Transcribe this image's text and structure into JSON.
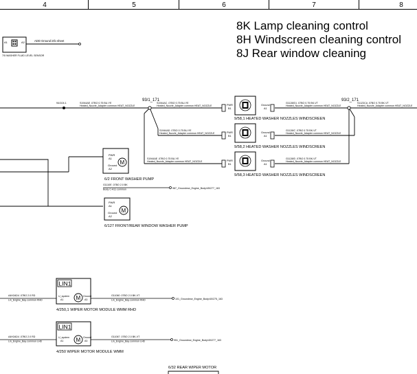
{
  "grid": [
    "4",
    "5",
    "6",
    "7",
    "8"
  ],
  "titles": [
    "8K Lamp cleaning control",
    "8H Windscreen cleaning control",
    "8J Rear window cleaning"
  ],
  "sensor": {
    "pin1": "A1",
    "pin2": "A2",
    "ground_note": "ADD Ground info sheet",
    "caption": "7/5  WASHER FLUID LEVEL SENSOR"
  },
  "main_wire": {
    "left_label1": "S1944AE .07BO 0.75 BU-YE",
    "left_label2": "Heated_Nozzle_Adapter common  HEAT_NOZZLE",
    "node_left": "94/104.1",
    "splice_left": "93/1_171",
    "mid_label1": "S1944AC .07BO 0.75 BU-YE",
    "mid_label2": "Heated_Nozzle_Adapter common  HEAT_NOZZLE",
    "splice_right": "93/2_171",
    "right_label1": "S1123CA .07BO 0.75 BK-VT",
    "right_label2": "Heated_Nozzle_Adapter common  HEAT_NOZZLE"
  },
  "nozzles": [
    {
      "id": "9/58,1 HEATED WASHER NOZZLES WINDSCREEN",
      "pwr": "PWR",
      "pwr_pin": "B1",
      "gnd": "Ground",
      "gnd_pin": "A1",
      "out1": "G1128/D1 .07BO 0.75 BK-VT",
      "out2": "Heated_Nozzle_Adapter common  HEAT_NOZZLE"
    },
    {
      "id": "9/58,2 HEATED WASHER NOZZLES WINDSCREEN",
      "pwr": "PWR",
      "pwr_pin": "B1",
      "gnd": "Ground",
      "gnd_pin": "A1",
      "in1": "S1944AD .07BO 0.75 BU-YE",
      "in2": "Heated_Nozzle_Adapter common  HEAT_NOZZLE",
      "out1": "G1128/C .07BO 0.75 BK-VT",
      "out2": "Heated_Nozzle_Adapter common  HEAT_NOZZLE"
    },
    {
      "id": "9/58,3 HEATED WASHER NOZZLES WINDSCREEN",
      "pwr": "PWR",
      "pwr_pin": "B1",
      "gnd": "Ground",
      "gnd_pin": "A1",
      "in1": "S1944AE .07BO 0.75 BU-YE",
      "in2": "Heated_Nozzle_Adapter common  HEAT_NOZZLE",
      "out1": "G1128/D .07BO 0.75 BK-VT",
      "out2": "Heated_Nozzle_Adapter common  HEAT_NOZZLE"
    }
  ],
  "front_pump": {
    "pwr": "PWR",
    "pwr_pin": "A1",
    "gnd": "Ground",
    "gnd_pin": "A2",
    "motor": "M",
    "caption": "6/2    FRONT WASHER PUMP",
    "w1": "G1110E .07BO 2.0 BK",
    "w2": "Body  C-A11  common",
    "ground_dest": "987_Groundmw_Engine_Body/45/277_163"
  },
  "rear_pump": {
    "pwr": "PWR",
    "pwr_pin": "A1",
    "gnd": "Ground",
    "gnd_pin": "A2",
    "motor": "M",
    "caption": "6/127   FRONT/REAR WINDOW WASHER PUMP"
  },
  "wiper_rhd": {
    "lin": "LIN1",
    "pin_l": "U_system",
    "pin_l_no": "A1",
    "pin_r": "Ground",
    "pin_r_no": "A3",
    "motor": "M",
    "in1": "A4H2AD4 .07BO 2.0 RD",
    "in2": "Lin_Engine_Bay  common  RHD",
    "out1": "G11060 .07BO 2.0 BK-VT",
    "out2": "Lin_Engine_Bay  common  RHD",
    "dest": "101_Groundmw_Engine_Body/40/275_163",
    "caption": "4/250,1    WIPER MOTOR MODULE WMM RHD"
  },
  "wiper_lhd": {
    "lin": "LIN1",
    "pin_l": "U_system",
    "pin_l_no": "A1",
    "pin_r": "Ground",
    "pin_r_no": "A3",
    "motor": "M",
    "in1": "A4H2AD4 .07BO 2.0 RD",
    "in2": "Lin_Engine_Bay  common  LHD",
    "out1": "G11067 .07BO 2.0 BK-VT",
    "out2": "Lin_Engine_Bay  common  LHD",
    "dest": "951_Groundmw_Engine_Body/40/277_163",
    "caption": "4/250     WIPER MOTOR MODULE WMM"
  },
  "rear_wiper": {
    "caption": "6/32  REAR WIPER MOTOR"
  }
}
